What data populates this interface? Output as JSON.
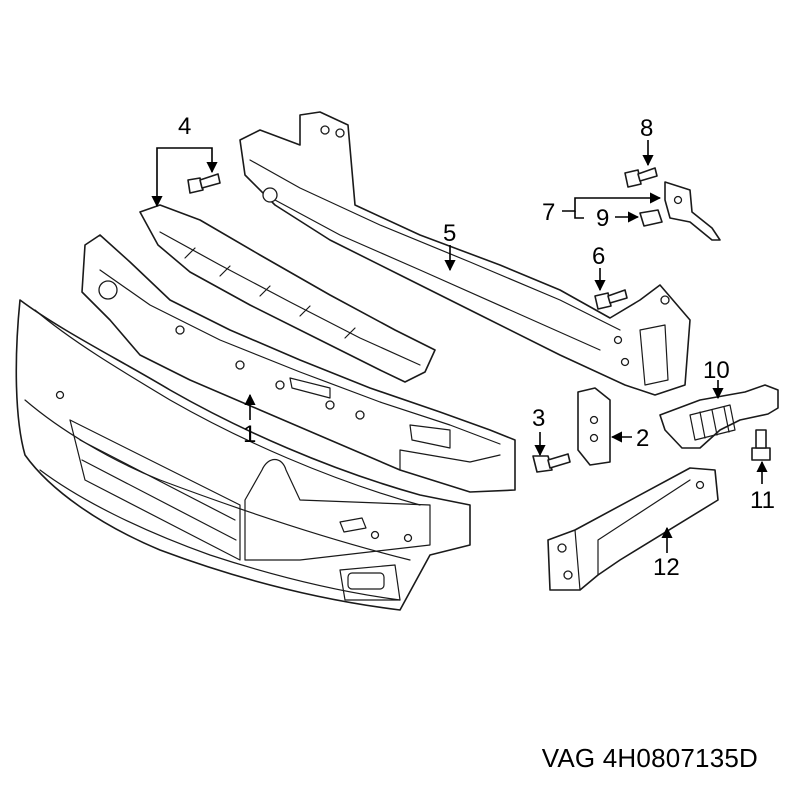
{
  "callouts": {
    "c1": "1",
    "c2": "2",
    "c3": "3",
    "c4": "4",
    "c5": "5",
    "c6": "6",
    "c7": "7",
    "c8": "8",
    "c9": "9",
    "c10": "10",
    "c11": "11",
    "c12": "12"
  },
  "caption": "VAG 4H0807135D"
}
